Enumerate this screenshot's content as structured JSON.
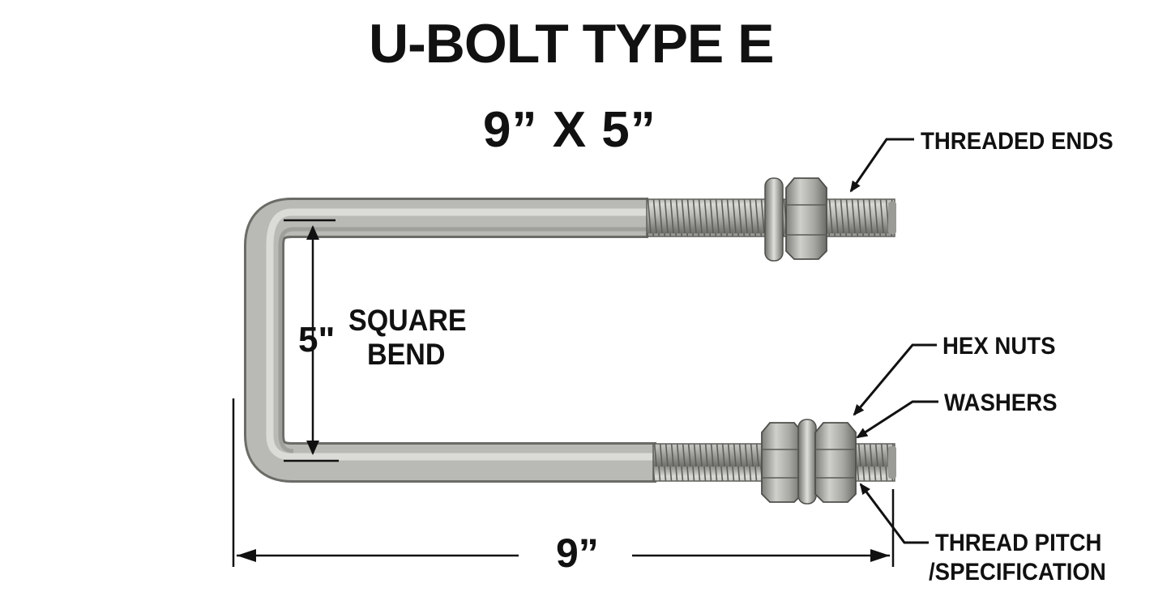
{
  "diagram": {
    "title": "U-BOLT TYPE  E",
    "size": "9” X 5”",
    "callouts": {
      "threaded_ends": "THREADED ENDS",
      "hex_nuts": "HEX NUTS",
      "washers": "WASHERS",
      "thread_pitch_line1": "THREAD PITCH",
      "thread_pitch_line2": "/SPECIFICATION"
    },
    "dimensions": {
      "bend_value": "5\"",
      "bend_label_line1": "SQUARE",
      "bend_label_line2": "BEND",
      "width_value": "9”"
    }
  },
  "colors": {
    "text": "#111111",
    "steel_light": "#d6d6d2",
    "steel_mid": "#a9aaa5",
    "steel_dark": "#6e6f6b"
  }
}
